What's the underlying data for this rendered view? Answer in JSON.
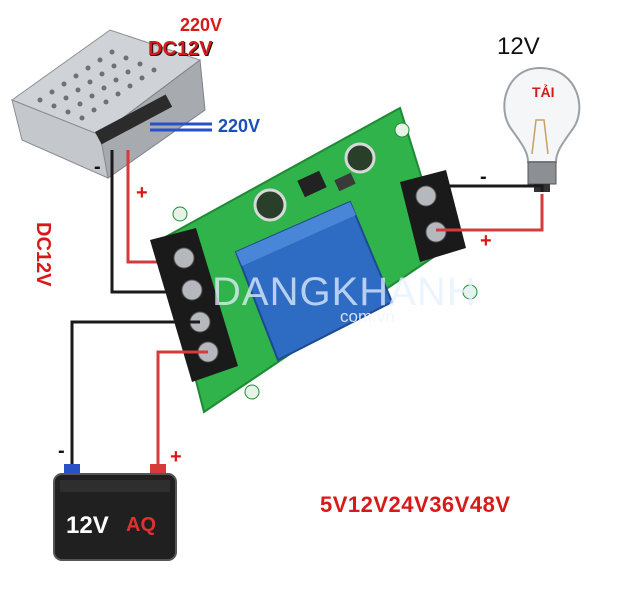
{
  "labels": {
    "psu_input_top": "220V",
    "psu_output_top": "DC12V",
    "psu_input_side": "220V",
    "psu_output_side": "DC12V",
    "lamp_voltage": "12V",
    "load": "TẢI",
    "supported_voltages": "5V12V24V36V48V",
    "battery_voltage": "12V",
    "battery_type": "AQ"
  },
  "signs": {
    "plus": "+",
    "minus": "-"
  },
  "watermark": {
    "brand": "DANGKHANH",
    "domain": "com.vn"
  },
  "colors": {
    "board": "#2fb34a",
    "relay": "#2e6cc4",
    "psu": "#b9bcc0",
    "wire_positive": "#d63a3a",
    "wire_negative": "#1a1a1a",
    "ac_wire": "#2a50c8",
    "label_red": "#d61a1a",
    "battery": "#202020"
  }
}
